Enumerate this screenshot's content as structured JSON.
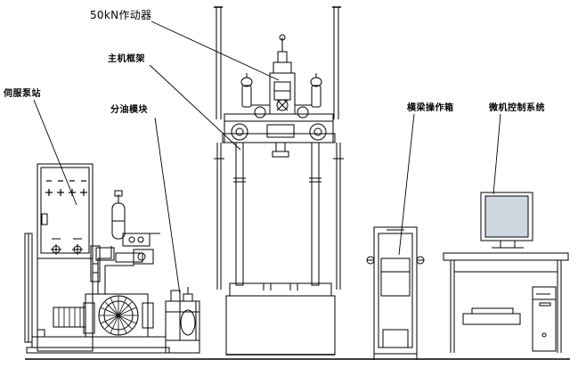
{
  "labels": {
    "actuator": "50kN作动器",
    "main_frame": "主机框架",
    "servo_pump_station": "伺服泵站",
    "oil_distribution_module": "分油模块",
    "crossbeam_control_box": "横梁操作箱",
    "computer_control_system": "微机控制系统"
  },
  "colors": {
    "line": "#000000",
    "background": "#ffffff",
    "screen": "#cfd8e0"
  }
}
